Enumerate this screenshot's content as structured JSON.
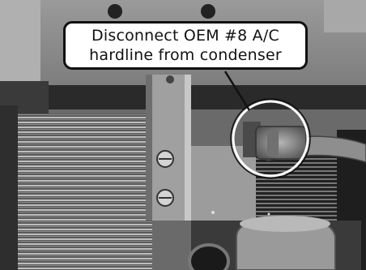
{
  "photo": {
    "subject": "condenser-fitting-photo"
  },
  "callout": {
    "line1": "Disconnect OEM #8 A/C",
    "line2": "hardline from condenser"
  }
}
